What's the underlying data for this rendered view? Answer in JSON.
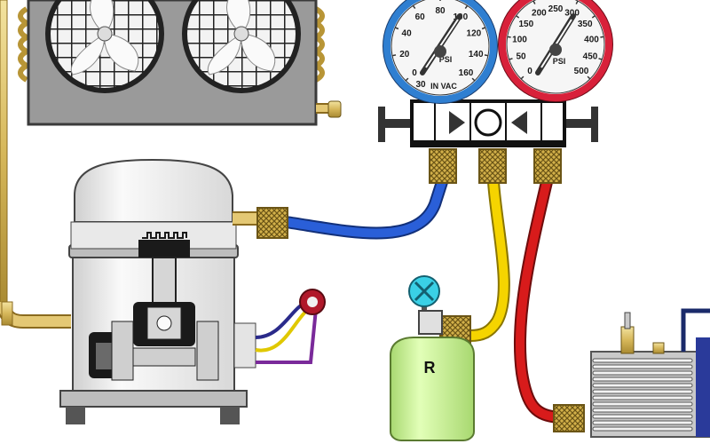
{
  "diagram": {
    "low_gauge": {
      "ticks": [
        "0",
        "20",
        "40",
        "60",
        "80",
        "100",
        "120",
        "140",
        "160"
      ],
      "vacuum_label": "30",
      "psi_label": "PSI",
      "unit_label": "IN VAC",
      "ring_color": "#2f7fd1"
    },
    "high_gauge": {
      "ticks": [
        "0",
        "50",
        "100",
        "150",
        "200",
        "250",
        "300",
        "350",
        "400",
        "450",
        "500"
      ],
      "psi_label": "PSI",
      "ring_color": "#d8213a"
    },
    "refrigerant_tank": {
      "label": "R",
      "color": "#c9f08f"
    },
    "hoses": {
      "low_side": "#2a5fd8",
      "service": "#f5d400",
      "high_side": "#d81b1b"
    },
    "icons": [
      "condenser-fan-icon",
      "compressor-icon",
      "vacuum-pump-icon",
      "valve-icon"
    ]
  }
}
